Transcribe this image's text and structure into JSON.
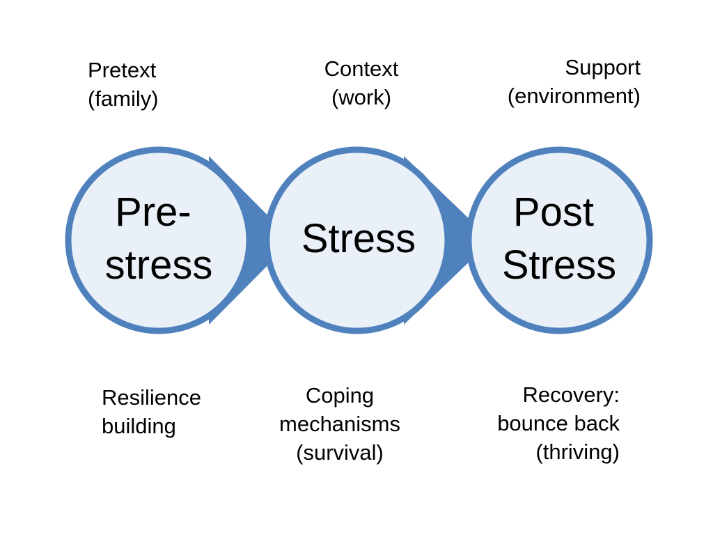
{
  "colors": {
    "ring": "#4f81bd",
    "circle_fill": "#eaf0f8",
    "arrow": "#4f81bd",
    "text": "#000000"
  },
  "top_labels": [
    {
      "lines": [
        "Pretext",
        "(family)"
      ]
    },
    {
      "lines": [
        "Context",
        "(work)"
      ]
    },
    {
      "lines": [
        "Support",
        "(environment)"
      ]
    }
  ],
  "circles": [
    {
      "lines": [
        "Pre-",
        "stress"
      ]
    },
    {
      "lines": [
        "Stress"
      ]
    },
    {
      "lines": [
        "Post",
        "Stress"
      ]
    }
  ],
  "bottom_labels": [
    {
      "lines": [
        "Resilience",
        "building"
      ]
    },
    {
      "lines": [
        "Coping",
        "mechanisms",
        "(survival)"
      ]
    },
    {
      "lines": [
        "Recovery:",
        "bounce back",
        "(thriving)"
      ]
    }
  ]
}
